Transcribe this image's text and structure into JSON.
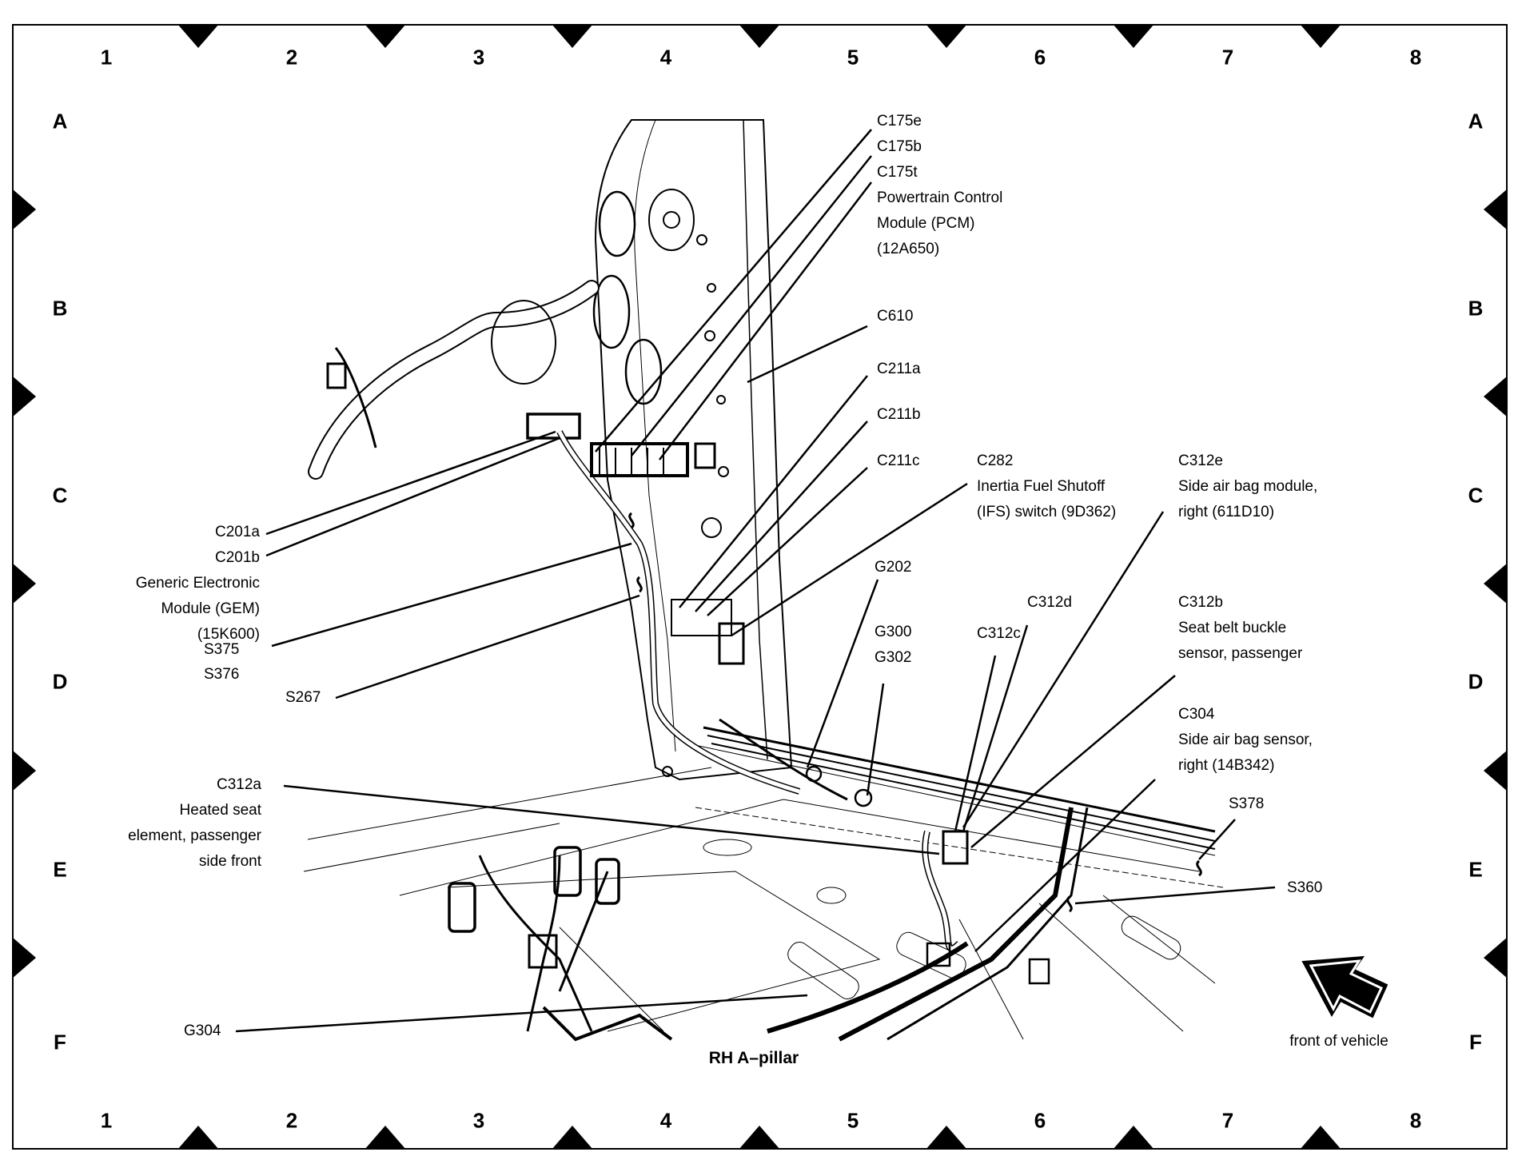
{
  "diagram": {
    "title": "RH A–pillar",
    "orientation_label": "front of vehicle",
    "orientation_icon": "arrow-up-left-icon",
    "grid": {
      "columns": [
        "1",
        "2",
        "3",
        "4",
        "5",
        "6",
        "7",
        "8"
      ],
      "rows": [
        "A",
        "B",
        "C",
        "D",
        "E",
        "F"
      ]
    },
    "callouts": {
      "pcm": [
        "C175e",
        "C175b",
        "C175t",
        "Powertrain Control",
        "Module (PCM)",
        "(12A650)"
      ],
      "c610": [
        "C610"
      ],
      "c211a": [
        "C211a"
      ],
      "c211b": [
        "C211b"
      ],
      "c211c": [
        "C211c"
      ],
      "c282": [
        "C282",
        "Inertia Fuel Shutoff",
        "(IFS) switch (9D362)"
      ],
      "c312e": [
        "C312e",
        "Side air bag module,",
        "right (611D10)"
      ],
      "gem": [
        "C201a",
        "C201b",
        "Generic Electronic",
        "Module (GEM)",
        "(15K600)"
      ],
      "s375": [
        "S375"
      ],
      "s376": [
        "S376"
      ],
      "s267": [
        "S267"
      ],
      "g202": [
        "G202"
      ],
      "g300": [
        "G300",
        "G302"
      ],
      "c312d": [
        "C312d"
      ],
      "c312c": [
        "C312c"
      ],
      "c312b": [
        "C312b",
        "Seat belt buckle",
        "sensor, passenger"
      ],
      "c304": [
        "C304",
        "Side air bag sensor,",
        "right (14B342)"
      ],
      "c312a": [
        "C312a",
        "Heated seat",
        "element, passenger",
        "side front"
      ],
      "s378": [
        "S378"
      ],
      "s360": [
        "S360"
      ],
      "g304": [
        "G304"
      ]
    }
  }
}
